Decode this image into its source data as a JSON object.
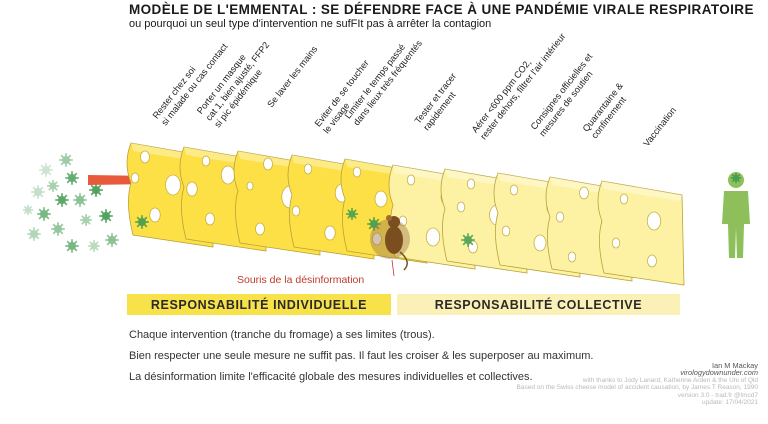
{
  "title": "MODÈLE DE L'EMMENTAL : SE DÉFENDRE FACE À UNE PANDÉMIE VIRALE RESPIRATOIRE",
  "subtitle": "ou pourquoi un seul type d'intervention ne sufFIt pas à arrêter la contagion",
  "slice_labels": [
    "Rester chez soi\nsi malade ou cas contact",
    "Porter un masque\ncat 1, bien ajusté, FFP2\nsi pic épidémique",
    "Se laver les mains",
    "Eviter de se toucher\nle visage",
    "Limiter le temps passé\ndans lieux très fréquentés",
    "Tester et tracer\nrapidement",
    "Aérer <600 ppm CO2,\nrester dehors, filtrer l'air intérieur",
    "Consignes officielles et\nmesures de soutien",
    "Quarantaine &\nconfinement",
    "Vaccination"
  ],
  "slice_groups": [
    "individual",
    "individual",
    "individual",
    "individual",
    "individual",
    "collective",
    "collective",
    "collective",
    "collective",
    "collective"
  ],
  "mouse_label": "Souris de la désinformation",
  "band_individual": "RESPONSABILITÉ INDIVIDUELLE",
  "band_collective": "RESPONSABILITÉ COLLECTIVE",
  "lines": [
    "Chaque intervention (tranche du fromage) a ses limites (trous).",
    "Bien respecter une seule mesure ne suffit pas. Il faut les croiser & les superposer au maximum.",
    "La désinformation limite l'efficacité globale des mesures individuelles et collectives."
  ],
  "credits": {
    "author": "Ian M Mackay",
    "site": "virologydownunder.com",
    "thanks": "with thanks to Jody Lanard, Katherine Arden & the Uni of Qld",
    "based_on": "Based on the Swiss cheese model of accident causation, by James T Reason, 1990",
    "version": "version 3.0 - trad.fr @lmcd7",
    "update": "update: 17/04/2021"
  },
  "colors": {
    "individual_cheese": "#fce046",
    "collective_cheese": "#fdf2a4",
    "individual_band": "#f7e24a",
    "collective_band": "#fbf1b6",
    "virus": "#3f9b4f",
    "arrow": "#e85a3c",
    "person": "#8fbf5a",
    "mouse_label": "#c0392b"
  },
  "icons": [
    "virus-icon",
    "arrow-icon",
    "mouse-icon",
    "person-icon"
  ]
}
